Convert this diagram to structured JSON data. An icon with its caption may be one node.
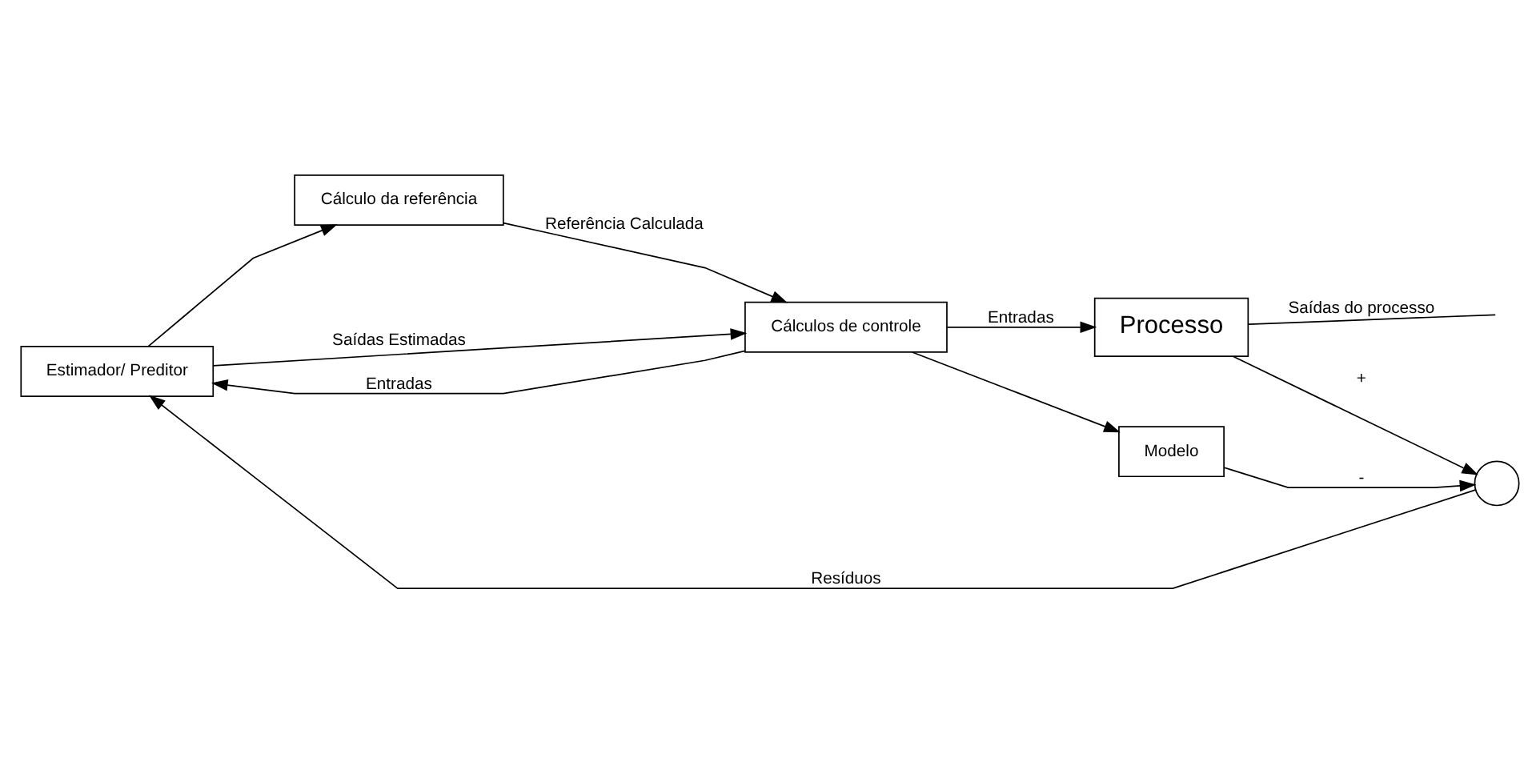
{
  "diagram": {
    "nodes": [
      {
        "text": [
          "Estimador/ Preditor"
        ]
      },
      {
        "text": [
          "Cálculo da referência"
        ]
      },
      {
        "text": [
          "Cálculos de controle"
        ]
      },
      {
        "text": [
          "Processo"
        ]
      },
      {
        "text": [
          "Modelo"
        ]
      },
      {
        "text": [],
        "shape": "circle"
      }
    ],
    "edges": [
      {
        "from": 0,
        "to": 2,
        "arrow": "to",
        "label": "Saídas Estimadas"
      },
      {
        "from": 0,
        "to": 1,
        "arrow": "to"
      },
      {
        "from": 1,
        "to": 2,
        "arrow": "to",
        "label": "Referência Calculada"
      },
      {
        "from": 2,
        "to": 3,
        "arrow": "to",
        "label": "Entradas"
      },
      {
        "from": 2,
        "to": 4,
        "arrow": "to"
      },
      {
        "from": 2,
        "to": 0,
        "arrow": "to",
        "label": "Entradas"
      },
      {
        "from": 3,
        "to": null,
        "arrow": "none",
        "label": "Saídas do processo"
      },
      {
        "from": 3,
        "to": 5,
        "arrow": "to",
        "label": "+"
      },
      {
        "from": 4,
        "to": 5,
        "arrow": "to",
        "label": "-"
      },
      {
        "from": 5,
        "to": 0,
        "arrow": "to",
        "label": "Resíduos"
      }
    ]
  }
}
